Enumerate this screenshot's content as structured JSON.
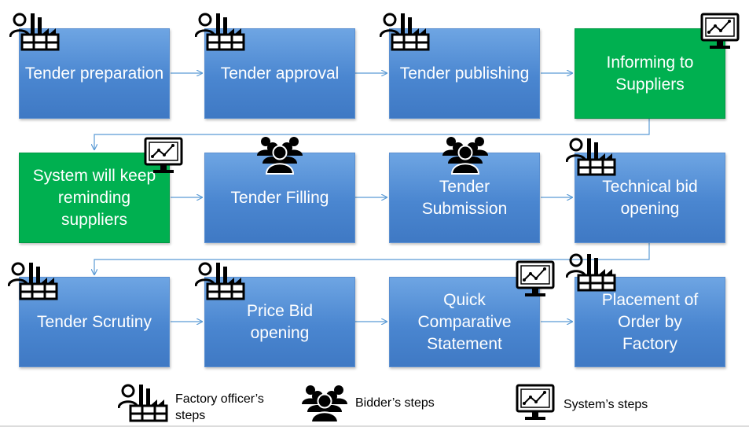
{
  "steps": [
    {
      "label": "Tender preparation",
      "actor": "factory-officer",
      "color": "#4a86d0"
    },
    {
      "label": "Tender approval",
      "actor": "factory-officer",
      "color": "#4a86d0"
    },
    {
      "label": "Tender publishing",
      "actor": "factory-officer",
      "color": "#4a86d0"
    },
    {
      "label": "Informing to Suppliers",
      "actor": "system",
      "color": "#00b050"
    },
    {
      "label": "System will keep reminding suppliers",
      "actor": "system",
      "color": "#00b050"
    },
    {
      "label": "Tender Filling",
      "actor": "bidder",
      "color": "#4a86d0"
    },
    {
      "label": "Tender Submission",
      "actor": "bidder",
      "color": "#4a86d0"
    },
    {
      "label": "Technical bid opening",
      "actor": "factory-officer",
      "color": "#4a86d0"
    },
    {
      "label": "Tender Scrutiny",
      "actor": "factory-officer",
      "color": "#4a86d0"
    },
    {
      "label": "Price Bid opening",
      "actor": "factory-officer",
      "color": "#4a86d0"
    },
    {
      "label": "Quick Comparative Statement",
      "actor": "system",
      "color": "#4a86d0"
    },
    {
      "label": "Placement of Order by Factory",
      "actor": "factory-officer",
      "color": "#4a86d0"
    }
  ],
  "legend": {
    "factory_officer": "Factory officer’s steps",
    "bidder": "Bidder’s steps",
    "system": "System’s steps"
  },
  "icons": {
    "factory_officer": "factory-officer-icon",
    "bidder": "bidder-group-icon",
    "system": "system-monitor-icon"
  },
  "colors": {
    "step_blue": "#4a86d0",
    "step_green": "#00b050",
    "connector": "#5b9bd5"
  }
}
